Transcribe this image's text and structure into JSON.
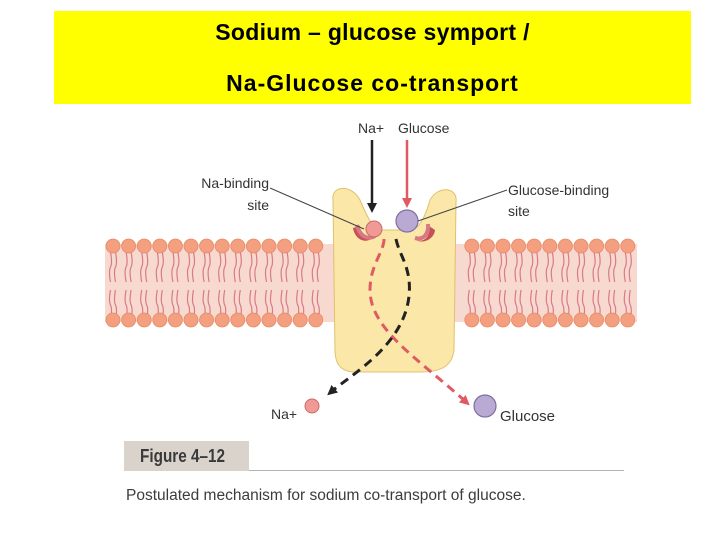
{
  "title": {
    "line1": "Sodium – glucose symport /",
    "line2": "Na-Glucose co-transport"
  },
  "diagram": {
    "label_na_top": "Na+",
    "label_glucose_top": "Glucose",
    "label_na_binding": [
      "Na-binding",
      "site"
    ],
    "label_glucose_binding": [
      "Glucose-binding",
      "site"
    ],
    "label_na_bottom": "Na+",
    "label_glucose_bottom": "Glucose",
    "colors": {
      "banner": "#ffff00",
      "membrane_band": "#f8d9cf",
      "lipid_head": "#f4a080",
      "lipid_tail": "#d77a8a",
      "transporter": "#fbe7a8",
      "sodium": "#f19a95",
      "glucose": "#b9aad3",
      "glucose_arrow": "#e05a63",
      "binding_site": "#c4505a"
    }
  },
  "figure": {
    "label": "Figure 4–12",
    "caption": "Postulated mechanism for sodium co-transport of glucose."
  }
}
